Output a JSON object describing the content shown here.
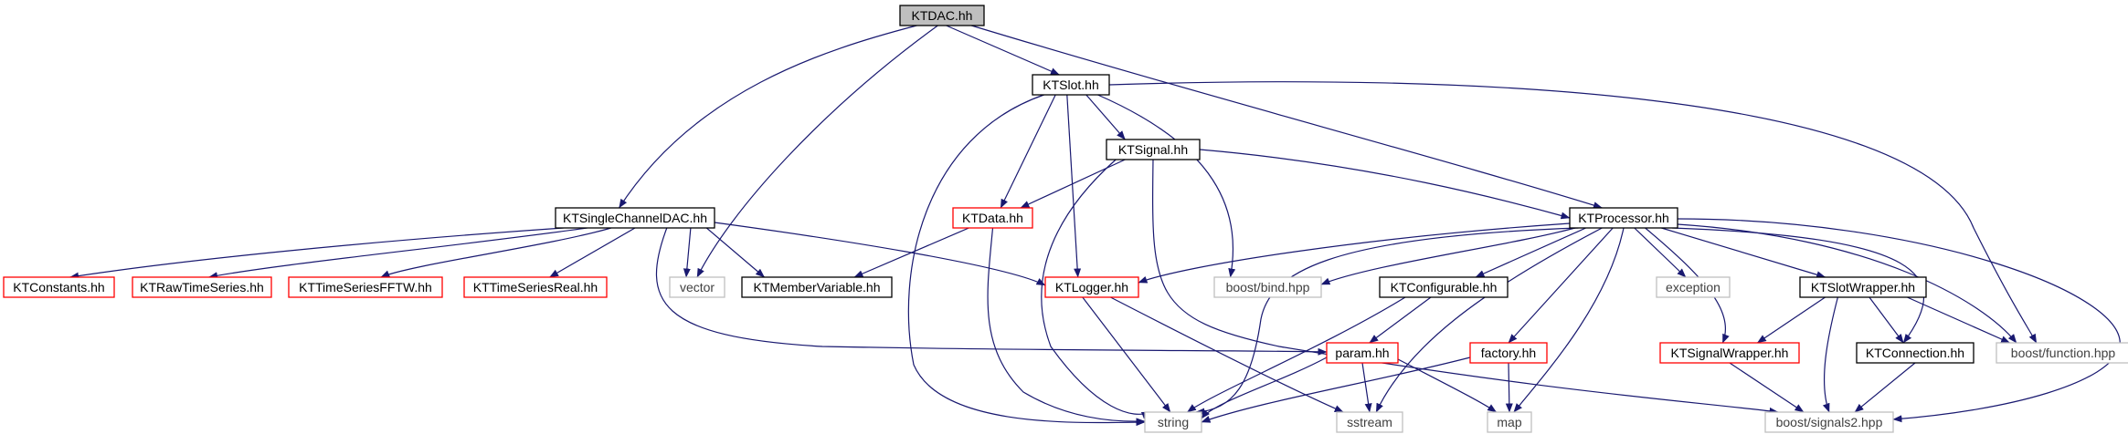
{
  "colors": {
    "edge": "#191970",
    "root_fill": "#bfbfbf",
    "border_normal": "#000000",
    "border_red": "#ff0000",
    "border_grey": "#bfbfbf",
    "text_normal": "#000000",
    "text_grey": "#404040"
  },
  "nodes": [
    {
      "id": "ktdac",
      "label": "KTDAC.hh",
      "style": "root"
    },
    {
      "id": "ktslot",
      "label": "KTSlot.hh",
      "style": "normal"
    },
    {
      "id": "ktsignal",
      "label": "KTSignal.hh",
      "style": "normal"
    },
    {
      "id": "ktsinglechanneldac",
      "label": "KTSingleChannelDAC.hh",
      "style": "normal"
    },
    {
      "id": "ktdata",
      "label": "KTData.hh",
      "style": "red"
    },
    {
      "id": "ktprocessor",
      "label": "KTProcessor.hh",
      "style": "normal"
    },
    {
      "id": "ktconstants",
      "label": "KTConstants.hh",
      "style": "red"
    },
    {
      "id": "ktrawtimeseries",
      "label": "KTRawTimeSeries.hh",
      "style": "red"
    },
    {
      "id": "kttimeseriesfftw",
      "label": "KTTimeSeriesFFTW.hh",
      "style": "red"
    },
    {
      "id": "kttimeseriesreal",
      "label": "KTTimeSeriesReal.hh",
      "style": "red"
    },
    {
      "id": "vector",
      "label": "vector",
      "style": "grey"
    },
    {
      "id": "ktmembervariable",
      "label": "KTMemberVariable.hh",
      "style": "normal"
    },
    {
      "id": "ktlogger",
      "label": "KTLogger.hh",
      "style": "red"
    },
    {
      "id": "boostbind",
      "label": "boost/bind.hpp",
      "style": "grey"
    },
    {
      "id": "ktconfigurable",
      "label": "KTConfigurable.hh",
      "style": "normal"
    },
    {
      "id": "exception",
      "label": "exception",
      "style": "grey"
    },
    {
      "id": "ktslotwrapper",
      "label": "KTSlotWrapper.hh",
      "style": "normal"
    },
    {
      "id": "param",
      "label": "param.hh",
      "style": "red"
    },
    {
      "id": "factory",
      "label": "factory.hh",
      "style": "red"
    },
    {
      "id": "ktsignalwrapper",
      "label": "KTSignalWrapper.hh",
      "style": "red"
    },
    {
      "id": "ktconnection",
      "label": "KTConnection.hh",
      "style": "normal"
    },
    {
      "id": "boostfunction",
      "label": "boost/function.hpp",
      "style": "grey"
    },
    {
      "id": "string",
      "label": "string",
      "style": "grey"
    },
    {
      "id": "sstream",
      "label": "sstream",
      "style": "grey"
    },
    {
      "id": "map",
      "label": "map",
      "style": "grey"
    },
    {
      "id": "boostsignals2",
      "label": "boost/signals2.hpp",
      "style": "grey"
    }
  ],
  "edges": [
    [
      "ktdac",
      "ktslot"
    ],
    [
      "ktdac",
      "ktsinglechanneldac"
    ],
    [
      "ktdac",
      "vector"
    ],
    [
      "ktdac",
      "ktprocessor"
    ],
    [
      "ktslot",
      "ktsignal"
    ],
    [
      "ktslot",
      "ktdata"
    ],
    [
      "ktslot",
      "ktlogger"
    ],
    [
      "ktslot",
      "string"
    ],
    [
      "ktslot",
      "boostbind"
    ],
    [
      "ktslot",
      "boostfunction"
    ],
    [
      "ktsignal",
      "ktdata"
    ],
    [
      "ktsignal",
      "ktprocessor"
    ],
    [
      "ktsignal",
      "string"
    ],
    [
      "ktsignal",
      "boostsignals2"
    ],
    [
      "ktsinglechanneldac",
      "ktconstants"
    ],
    [
      "ktsinglechanneldac",
      "ktrawtimeseries"
    ],
    [
      "ktsinglechanneldac",
      "kttimeseriesfftw"
    ],
    [
      "ktsinglechanneldac",
      "kttimeseriesreal"
    ],
    [
      "ktsinglechanneldac",
      "vector"
    ],
    [
      "ktsinglechanneldac",
      "ktmembervariable"
    ],
    [
      "ktsinglechanneldac",
      "ktlogger"
    ],
    [
      "ktsinglechanneldac",
      "param"
    ],
    [
      "ktdata",
      "ktmembervariable"
    ],
    [
      "ktdata",
      "string"
    ],
    [
      "ktprocessor",
      "ktlogger"
    ],
    [
      "ktprocessor",
      "boostbind"
    ],
    [
      "ktprocessor",
      "ktconfigurable"
    ],
    [
      "ktprocessor",
      "exception"
    ],
    [
      "ktprocessor",
      "ktslotwrapper"
    ],
    [
      "ktprocessor",
      "ktsignalwrapper"
    ],
    [
      "ktprocessor",
      "ktconnection"
    ],
    [
      "ktprocessor",
      "boostfunction"
    ],
    [
      "ktprocessor",
      "boostsignals2"
    ],
    [
      "ktprocessor",
      "factory"
    ],
    [
      "ktprocessor",
      "string"
    ],
    [
      "ktprocessor",
      "sstream"
    ],
    [
      "ktprocessor",
      "map"
    ],
    [
      "ktlogger",
      "string"
    ],
    [
      "ktlogger",
      "sstream"
    ],
    [
      "ktconfigurable",
      "param"
    ],
    [
      "ktconfigurable",
      "string"
    ],
    [
      "ktslotwrapper",
      "ktsignalwrapper"
    ],
    [
      "ktslotwrapper",
      "ktconnection"
    ],
    [
      "ktslotwrapper",
      "boostfunction"
    ],
    [
      "ktslotwrapper",
      "boostsignals2"
    ],
    [
      "param",
      "string"
    ],
    [
      "param",
      "sstream"
    ],
    [
      "param",
      "map"
    ],
    [
      "factory",
      "string"
    ],
    [
      "factory",
      "map"
    ],
    [
      "ktsignalwrapper",
      "boostsignals2"
    ],
    [
      "ktconnection",
      "boostsignals2"
    ]
  ]
}
